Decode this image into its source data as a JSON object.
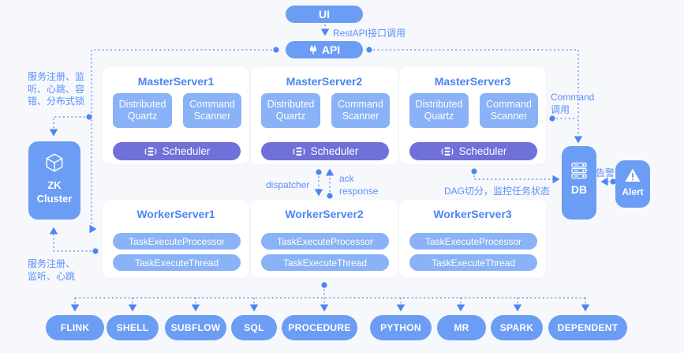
{
  "colors": {
    "background": "#f7f8fb",
    "primary_blue": "#6c9df4",
    "light_blue_box": "#8ab2f6",
    "scheduler_purple": "#6f70d8",
    "title_text_blue": "#4b86f2",
    "label_text_blue": "#5b8ff9",
    "connector_blue": "#6b9bf3",
    "card_white": "#ffffff"
  },
  "top": {
    "ui_label": "UI",
    "rest_api_label": "RestAPI接口调用",
    "api_label": "API",
    "api_icon": "plug-icon"
  },
  "left": {
    "zk_register_label": "服务注册、监听、心跳、容错、分布式锁",
    "worker_register_label": "服务注册、监听、心跳",
    "zk_cluster": {
      "line1": "ZK",
      "line2": "Cluster",
      "icon": "cube-icon"
    }
  },
  "master_servers": [
    {
      "title": "MasterServer1",
      "quartz": "Distributed Quartz",
      "scanner": "Command Scanner",
      "scheduler": "Scheduler",
      "scheduler_icon": "scheduler-stack-icon"
    },
    {
      "title": "MasterServer2",
      "quartz": "Distributed Quartz",
      "scanner": "Command Scanner",
      "scheduler": "Scheduler",
      "scheduler_icon": "scheduler-stack-icon"
    },
    {
      "title": "MasterServer3",
      "quartz": "Distributed Quartz",
      "scanner": "Command Scanner",
      "scheduler": "Scheduler",
      "scheduler_icon": "scheduler-stack-icon"
    }
  ],
  "worker_servers": [
    {
      "title": "WorkerServer1",
      "processor": "TaskExecuteProcessor",
      "thread": "TaskExecuteThread"
    },
    {
      "title": "WorkerServer2",
      "processor": "TaskExecuteProcessor",
      "thread": "TaskExecuteThread"
    },
    {
      "title": "WorkerServer3",
      "processor": "TaskExecuteProcessor",
      "thread": "TaskExecuteThread"
    }
  ],
  "middle": {
    "dispatcher_label": "dispatcher",
    "ack_label": "ack response",
    "dag_label": "DAG切分，监控任务状态",
    "command_line1": "Command",
    "command_line2": "调用",
    "alarm_label": "告警"
  },
  "right": {
    "db_label": "DB",
    "db_icon": "database-server-icon",
    "alert_label": "Alert",
    "alert_icon": "alert-triangle-icon"
  },
  "task_types": [
    "FLINK",
    "SHELL",
    "SUBFLOW",
    "SQL",
    "PROCEDURE",
    "PYTHON",
    "MR",
    "SPARK",
    "DEPENDENT"
  ]
}
